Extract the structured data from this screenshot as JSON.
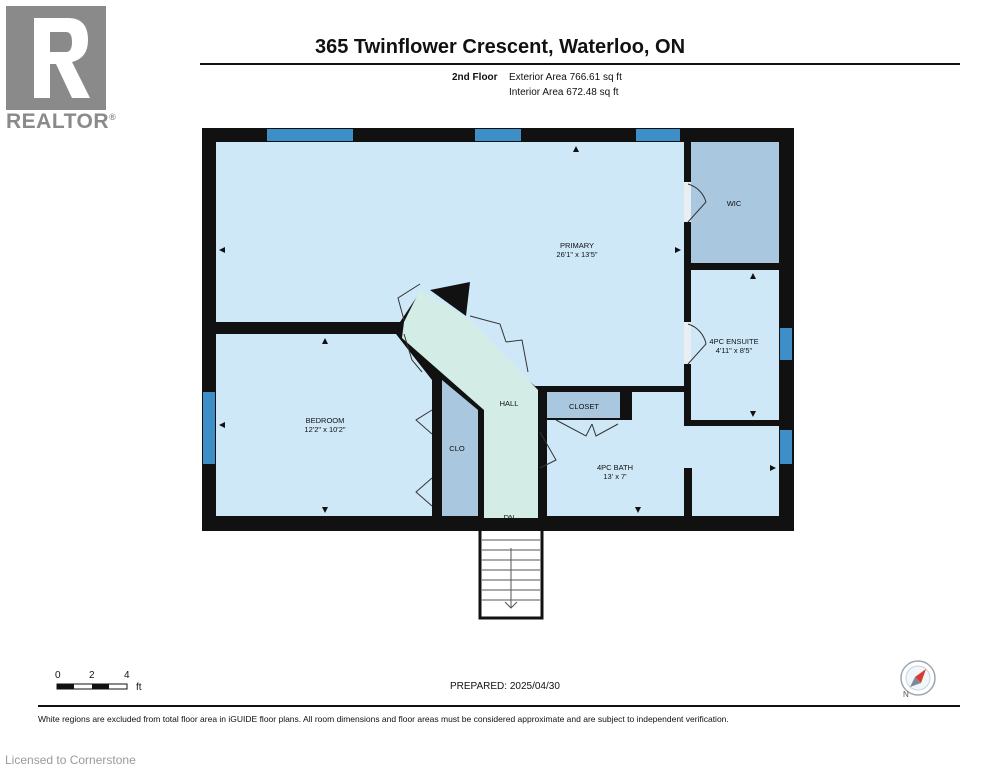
{
  "branding": {
    "logo_text": "REALTOR",
    "logo_mark": "®",
    "licensed": "Licensed to Cornerstone"
  },
  "header": {
    "title": "365 Twinflower Crescent, Waterloo, ON",
    "floor": "2nd Floor",
    "exterior_area": "Exterior Area 766.61 sq ft",
    "interior_area": "Interior Area 672.48 sq ft"
  },
  "rooms": {
    "primary": {
      "name": "PRIMARY",
      "dims": "26'1\" x 13'5\""
    },
    "wic": {
      "name": "WIC"
    },
    "ensuite": {
      "name": "4PC ENSUITE",
      "dims": "4'11\" x 8'5\""
    },
    "bedroom": {
      "name": "BEDROOM",
      "dims": "12'2\" x 10'2\""
    },
    "hall": {
      "name": "HALL"
    },
    "clo": {
      "name": "CLO"
    },
    "closet": {
      "name": "CLOSET"
    },
    "bath": {
      "name": "4PC BATH",
      "dims": "13' x 7'"
    },
    "stairs": {
      "name": "DN"
    }
  },
  "scale": {
    "ticks": [
      "0",
      "2",
      "4"
    ],
    "unit": "ft"
  },
  "footer": {
    "prepared": "PREPARED: 2025/04/30",
    "disclaimer": "White regions are excluded from total floor area in iGUIDE floor plans. All room dimensions and floor areas must be considered approximate and are subject to independent verification."
  },
  "colors": {
    "room_fill": "#cfe8f7",
    "closet_fill": "#a9c8e0",
    "hall_fill": "#d3ece6",
    "wall": "#111111",
    "window": "#3e8ec7",
    "logo": "#8a8a8a"
  },
  "icons": {
    "compass": "compass-icon",
    "logo": "realtor-logo-icon"
  }
}
